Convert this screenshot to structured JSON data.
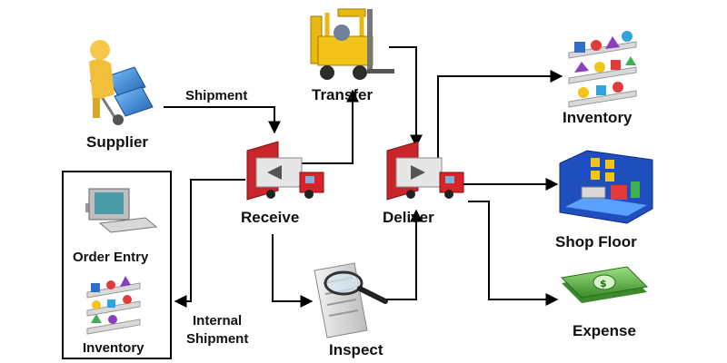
{
  "nodes": {
    "supplier": "Supplier",
    "transfer": "Transfer",
    "receive": "Receive",
    "deliver": "Deliver",
    "inspect": "Inspect",
    "inventory_right": "Inventory",
    "shop_floor": "Shop Floor",
    "expense": "Expense",
    "order_entry": "Order Entry",
    "inventory_left": "Inventory"
  },
  "edges": {
    "shipment": "Shipment",
    "internal_shipment_line1": "Internal",
    "internal_shipment_line2": "Shipment"
  },
  "colors": {
    "arrow": "#000000",
    "dock_red": "#c8262b",
    "truck_red": "#d8232a",
    "forklift_yellow": "#f2c319",
    "box_blue": "#3b8fd6",
    "money_green": "#58a843"
  },
  "icons": {
    "supplier": "person-with-hand-truck-icon",
    "transfer": "forklift-icon",
    "receive": "truck-at-dock-icon",
    "deliver": "truck-at-dock-icon",
    "inspect": "document-magnifier-icon",
    "inventory": "inventory-shelf-icon",
    "shop_floor": "factory-room-icon",
    "expense": "money-stack-icon",
    "order_entry": "computer-terminal-icon"
  }
}
